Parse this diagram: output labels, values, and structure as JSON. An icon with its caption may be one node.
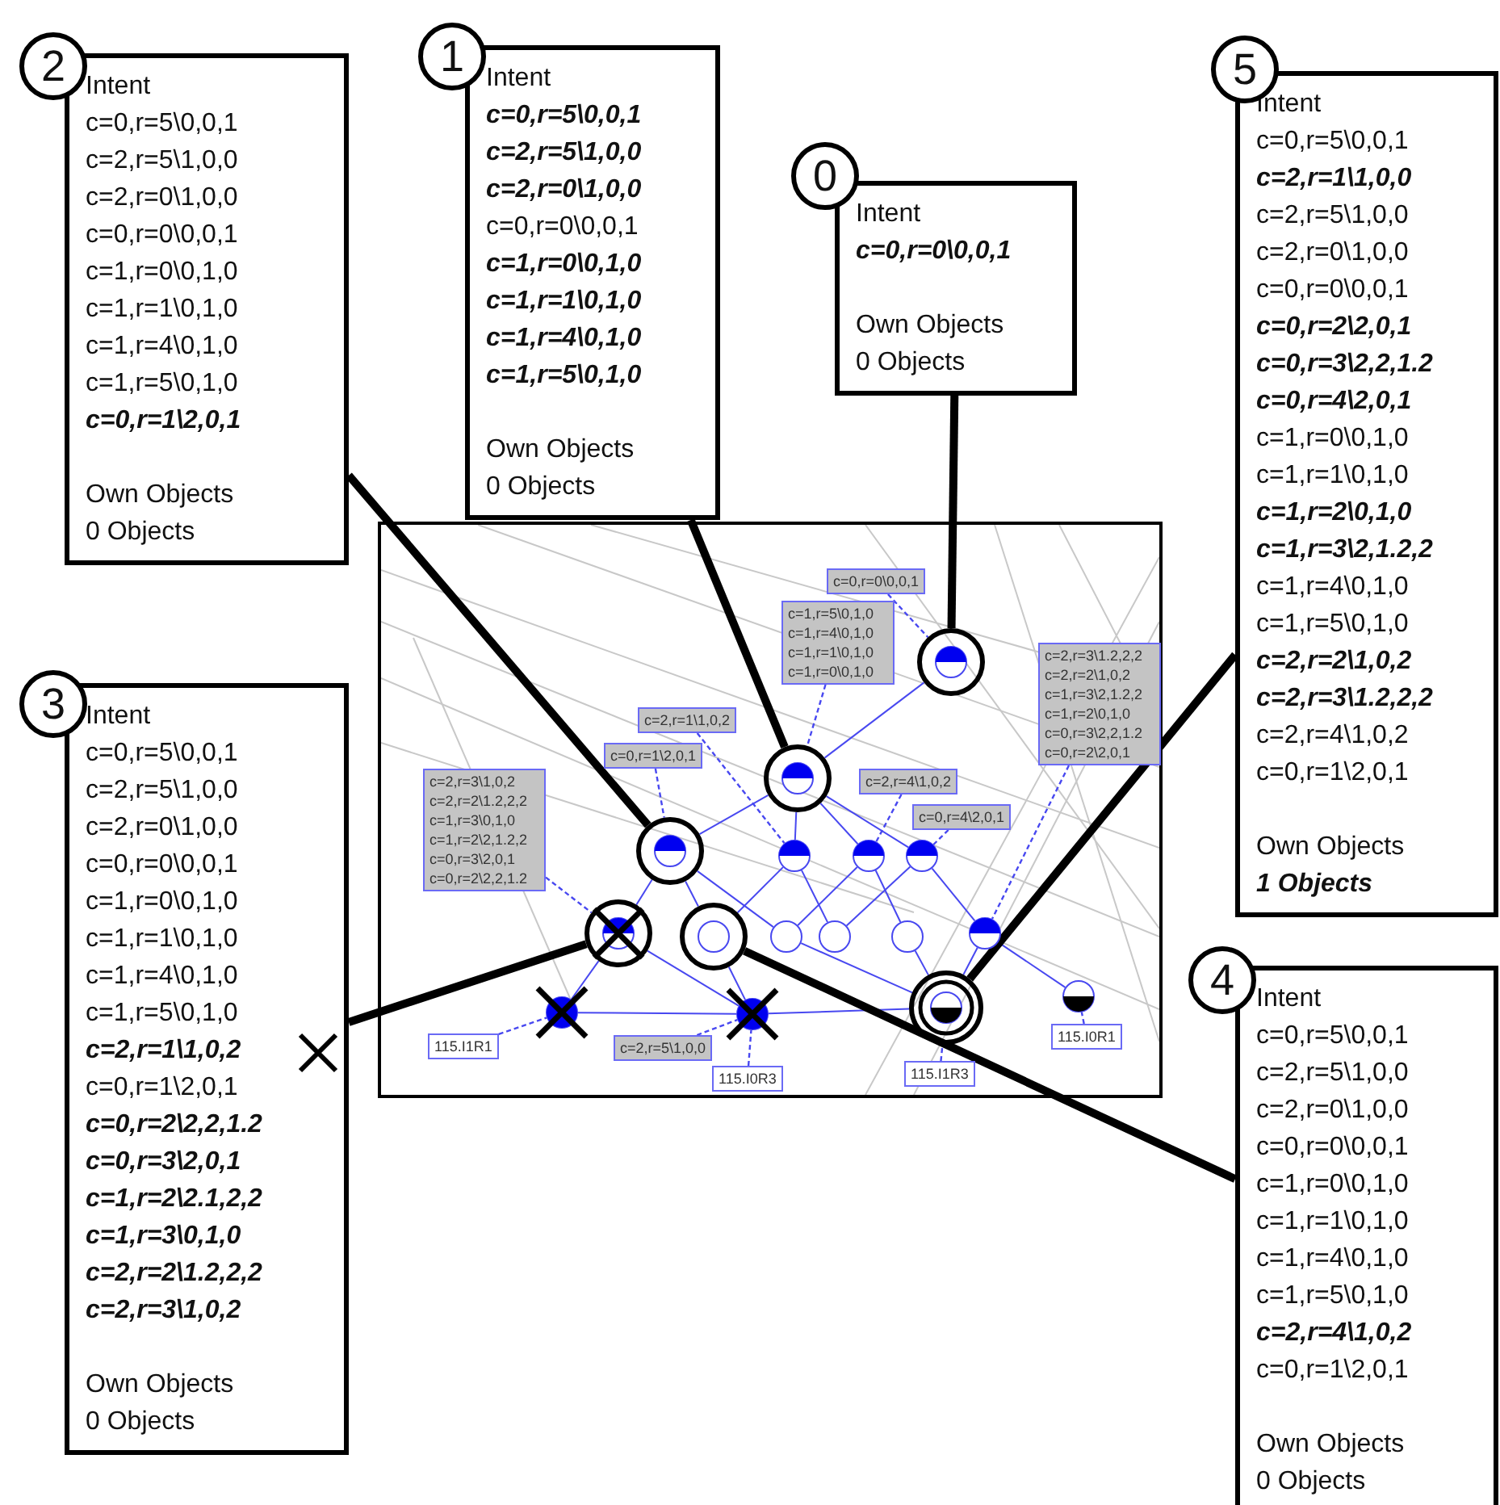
{
  "diagram": {
    "nodes": [
      {
        "text": [
          "Intent",
          "c=0,r=5\\0,0,1 c=2,r=5\\1,0,0 c=2,r=0\\1,0,0 c=0,r=0\\0,0,1 c=1,r=0\\0,1,0 c=1,r=1\\0,1,0 c=1,r=4\\0,1,0 c=1,r=5\\0,1,0 **c=0,r=1\\2,0,1**",
          "Own Objects",
          "0 Objects"
        ],
        "beside": [
          "2"
        ]
      },
      {
        "text": [
          "Intent",
          "**c=0,r=5\\0,0,1 c=2,r=5\\1,0,0 c=2,r=0\\1,0,0** c=0,r=0\\0,0,1 **c=1,r=0\\0,1,0 c=1,r=1\\0,1,0 c=1,r=4\\0,1,0 c=1,r=5\\0,1,0**",
          "Own Objects",
          "0 Objects"
        ],
        "beside": [
          "1"
        ]
      },
      {
        "text": [
          "Intent",
          "**c=0,r=0\\0,0,1**",
          "Own Objects",
          "0 Objects"
        ],
        "beside": [
          "0"
        ]
      },
      {
        "text": [
          "Intent",
          "c=0,r=5\\0,0,1 **c=2,r=1\\1,0,0** c=2,r=5\\1,0,0 c=2,r=0\\1,0,0 c=0,r=0\\0,0,1 **c=0,r=2\\2,0,1 c=0,r=3\\2,2,1.2 c=0,r=4\\2,0,1** c=1,r=0\\0,1,0 c=1,r=1\\0,1,0 **c=1,r=2\\0,1,0 c=1,r=3\\2,1.2,2** c=1,r=4\\0,1,0 c=1,r=5\\0,1,0 **c=2,r=2\\1,0,2 c=2,r=3\\1.2,2,2** c=2,r=4\\1,0,2 c=0,r=1\\2,0,1",
          "Own Objects",
          "**1 Objects**"
        ],
        "beside": [
          "5"
        ]
      },
      {
        "text": [],
        "shape": "box"
      },
      {
        "text": [
          "Intent",
          "c=0,r=5\\0,0,1 c=2,r=5\\1,0,0 c=2,r=0\\1,0,0 c=0,r=0\\0,0,1 c=1,r=0\\0,1,0 c=1,r=1\\0,1,0 c=1,r=4\\0,1,0 c=1,r=5\\0,1,0 **c=2,r=1\\1,0,2** c=0,r=1\\2,0,1 **c=0,r=2\\2,2,1.2 c=0,r=3\\2,0,1 c=1,r=2\\2.1,2,2 c=1,r=3\\0,1,0 c=2,r=2\\1.2,2,2 c=2,r=3\\1,0,2**",
          "Own Objects",
          "0 Objects"
        ],
        "beside": [
          "3"
        ]
      },
      {
        "text": [
          "Intent",
          "c=0,r=5\\0,0,1 c=2,r=5\\1,0,0 c=2,r=0\\1,0,0 c=0,r=0\\0,0,1 c=1,r=0\\0,1,0 c=1,r=1\\0,1,0 c=1,r=4\\0,1,0 c=1,r=5\\0,1,0 **c=2,r=4\\1,0,2** c=0,r=1\\2,0,1",
          "Own Objects",
          "0 Objects"
        ],
        "beside": [
          "4"
        ]
      },
      {
        "text": [],
        "shape": "circle",
        "in": 4
      },
      {
        "text": [],
        "shape": "circle",
        "in": 4
      },
      {
        "text": [],
        "shape": "circle",
        "in": 4
      },
      {
        "text": [],
        "shape": "circle",
        "in": 4
      },
      {
        "text": [],
        "shape": "circle",
        "in": 4
      },
      {
        "text": [],
        "shape": "circle",
        "in": 4
      },
      {
        "text": [],
        "shape": "circle",
        "in": 4
      },
      {
        "text": [],
        "shape": "circle",
        "in": 4
      },
      {
        "text": [],
        "shape": "circle",
        "in": 4
      },
      {
        "text": [],
        "shape": "circle",
        "in": 4
      },
      {
        "text": [],
        "shape": "circle",
        "in": 4
      },
      {
        "text": [],
        "shape": "circle",
        "in": 4
      },
      {
        "text": [],
        "shape": "circle",
        "in": 4
      },
      {
        "text": [],
        "shape": "circle",
        "in": 4
      },
      {
        "text": [],
        "shape": "circle",
        "in": 4
      },
      {
        "text": [],
        "shape": "circle",
        "in": 4
      },
      {
        "text": [
          "c=0,r=0\\0,0,1"
        ],
        "in": 4
      },
      {
        "text": [
          "c=1,r=5\\0,1,0 c=1,r=4\\0,1,0 c=1,r=1\\0,1,0 c=1,r=0\\0,1,0"
        ],
        "in": 4
      },
      {
        "text": [
          "c=0,r=1\\2,0,1"
        ],
        "in": 4
      },
      {
        "text": [
          "c=2,r=1\\1,0,2"
        ],
        "in": 4
      },
      {
        "text": [
          "c=2,r=4\\1,0,2"
        ],
        "in": 4
      },
      {
        "text": [
          "c=0,r=4\\2,0,1"
        ],
        "in": 4
      },
      {
        "text": [
          "c=2,r=3\\1,0,2 c=2,r=2\\1.2,2,2 c=1,r=3\\0,1,0 c=1,r=2\\2,1.2,2 c=0,r=3\\2,0,1 c=0,r=2\\2,2,1.2"
        ],
        "in": 4
      },
      {
        "text": [
          "c=2,r=3\\1.2,2,2 c=2,r=2\\1,0,2 c=1,r=3\\2,1.2,2 c=1,r=2\\0,1,0 c=0,r=3\\2,2,1.2 c=0,r=2\\2,0,1"
        ],
        "in": 4
      },
      {
        "text": [
          "c=2,r=5\\1,0,0"
        ],
        "in": 4
      },
      {
        "text": [
          "115.I1R1"
        ],
        "in": 4
      },
      {
        "text": [
          "115.I0R3"
        ],
        "in": 4
      },
      {
        "text": [
          "115.I1R3"
        ],
        "in": 4
      },
      {
        "text": [
          "115.I0R1"
        ],
        "in": 4
      }
    ],
    "edges": [
      {
        "from": 7,
        "to": 8,
        "arrow": "none"
      },
      {
        "from": 8,
        "to": 9,
        "arrow": "none"
      },
      {
        "from": 8,
        "to": 10,
        "arrow": "none"
      },
      {
        "from": 8,
        "to": 11,
        "arrow": "none"
      },
      {
        "from": 8,
        "to": 12,
        "arrow": "none"
      },
      {
        "from": 9,
        "to": 13,
        "arrow": "none"
      },
      {
        "from": 9,
        "to": 14,
        "arrow": "none"
      },
      {
        "from": 9,
        "to": 15,
        "arrow": "none"
      },
      {
        "from": 10,
        "to": 14,
        "arrow": "none"
      },
      {
        "from": 10,
        "to": 16,
        "arrow": "none"
      },
      {
        "from": 11,
        "to": 15,
        "arrow": "none"
      },
      {
        "from": 11,
        "to": 17,
        "arrow": "none"
      },
      {
        "from": 12,
        "to": 16,
        "arrow": "none"
      },
      {
        "from": 12,
        "to": 18,
        "arrow": "none"
      },
      {
        "from": 13,
        "to": 19,
        "arrow": "none"
      },
      {
        "from": 13,
        "to": 20,
        "arrow": "none"
      },
      {
        "from": 14,
        "to": 20,
        "arrow": "none"
      },
      {
        "from": 15,
        "to": 21,
        "arrow": "none"
      },
      {
        "from": 17,
        "to": 21,
        "arrow": "none"
      },
      {
        "from": 18,
        "to": 21,
        "arrow": "none"
      },
      {
        "from": 18,
        "to": 22,
        "arrow": "none"
      },
      {
        "from": 19,
        "to": 20,
        "arrow": "none"
      },
      {
        "from": 20,
        "to": 21,
        "arrow": "none"
      },
      {
        "from": 23,
        "to": 7,
        "arrow": "none",
        "style": "dashed"
      },
      {
        "from": 24,
        "to": 8,
        "arrow": "none",
        "style": "dashed"
      },
      {
        "from": 25,
        "to": 9,
        "arrow": "none",
        "style": "dashed"
      },
      {
        "from": 26,
        "to": 10,
        "arrow": "none",
        "style": "dashed"
      },
      {
        "from": 27,
        "to": 11,
        "arrow": "none",
        "style": "dashed"
      },
      {
        "from": 28,
        "to": 12,
        "arrow": "none",
        "style": "dashed"
      },
      {
        "from": 29,
        "to": 13,
        "arrow": "none",
        "style": "dashed"
      },
      {
        "from": 30,
        "to": 18,
        "arrow": "none",
        "style": "dashed"
      },
      {
        "from": 31,
        "to": 20,
        "arrow": "none",
        "style": "dashed"
      },
      {
        "from": 32,
        "to": 19,
        "arrow": "none",
        "style": "dashed"
      },
      {
        "from": 33,
        "to": 20,
        "arrow": "none",
        "style": "dashed"
      },
      {
        "from": 34,
        "to": 21,
        "arrow": "none",
        "style": "dashed"
      },
      {
        "from": 35,
        "to": 22,
        "arrow": "none",
        "style": "dashed"
      },
      {
        "from": 0,
        "to": 9,
        "arrow": "none",
        "style": "thick",
        "color": "#000000"
      },
      {
        "from": 1,
        "to": 8,
        "arrow": "none",
        "style": "thick",
        "color": "#000000"
      },
      {
        "from": 2,
        "to": 7,
        "arrow": "none",
        "style": "thick",
        "color": "#000000"
      },
      {
        "from": 3,
        "to": 21,
        "arrow": "none",
        "style": "thick",
        "color": "#000000"
      },
      {
        "from": 5,
        "to": 13,
        "arrow": "none",
        "style": "thick",
        "color": "#000000"
      },
      {
        "from": 6,
        "to": 14,
        "arrow": "none",
        "style": "thick",
        "color": "#000000"
      }
    ]
  }
}
